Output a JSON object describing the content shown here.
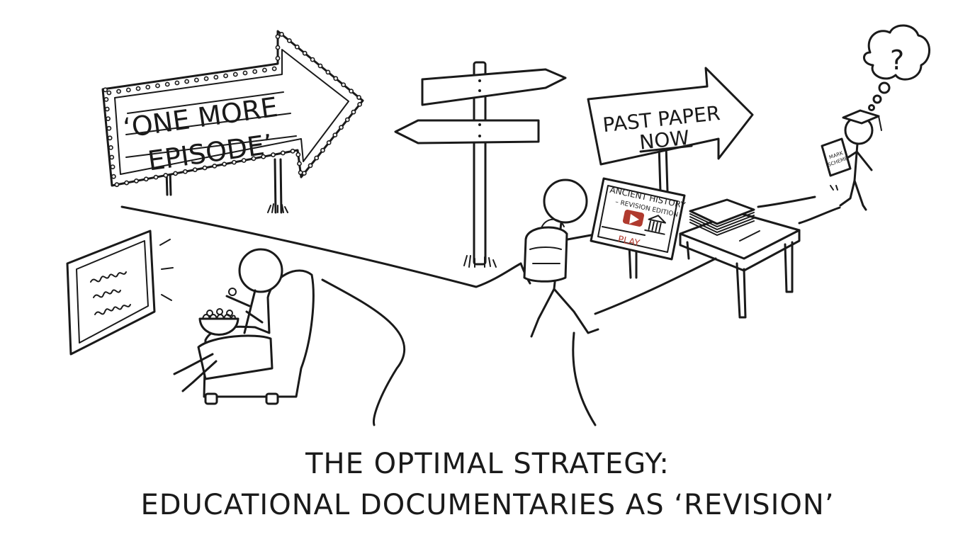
{
  "signs": {
    "marquee_line1": "‘ONE MORE",
    "marquee_line2": "EPISODE’",
    "past_paper_line1": "PAST PAPER",
    "past_paper_line2": "NOW"
  },
  "tablet": {
    "title": "ANCIENT HISTORY",
    "subtitle": "– REVISION EDITION",
    "play_label": "PLAY",
    "accent_color": "#b03a2e"
  },
  "clipboard": {
    "line1": "MARK",
    "line2": "SCHEME"
  },
  "thought_bubble": {
    "symbol": "?"
  },
  "caption": {
    "line1": "THE OPTIMAL STRATEGY:",
    "line2": "EDUCATIONAL DOCUMENTARIES AS ‘REVISION’"
  }
}
